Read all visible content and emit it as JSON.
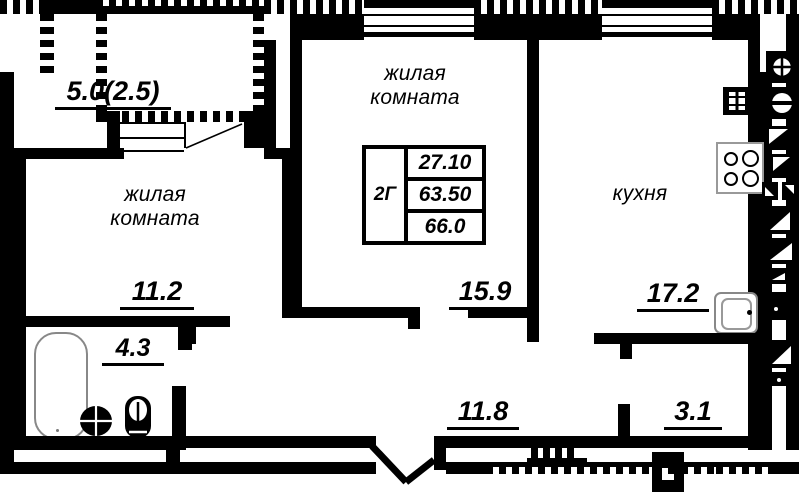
{
  "plan": {
    "type": "apartment-floor-plan",
    "unit_code": "2Г",
    "areas_table": {
      "label": "2Г",
      "rows": [
        "27.10",
        "63.50",
        "66.0"
      ]
    },
    "rooms": [
      {
        "name": "balcony",
        "label": "",
        "area": "5.0(2.5)"
      },
      {
        "name": "living-room-left",
        "label_line1": "жилая",
        "label_line2": "комната",
        "area": "11.2"
      },
      {
        "name": "living-room-center",
        "label_line1": "жилая",
        "label_line2": "комната",
        "area": "15.9"
      },
      {
        "name": "kitchen",
        "label_line1": "кухня",
        "label_line2": "",
        "area": "17.2"
      },
      {
        "name": "bathroom",
        "label_line1": "",
        "label_line2": "",
        "area": "4.3"
      },
      {
        "name": "hallway",
        "label_line1": "",
        "label_line2": "",
        "area": "11.8"
      },
      {
        "name": "storage",
        "label_line1": "",
        "label_line2": "",
        "area": "3.1"
      }
    ],
    "labels": {
      "zhilaya": "жилая",
      "komnata": "комната",
      "kuhnya": "кухня",
      "balcony_area": "5.0(2.5)",
      "area_11_2": "11.2",
      "area_4_3": "4.3",
      "area_15_9": "15.9",
      "area_17_2": "17.2",
      "area_11_8": "11.8",
      "area_3_1": "3.1",
      "spec_code": "2Г",
      "spec_v1": "27.10",
      "spec_v2": "63.50",
      "spec_v3": "66.0"
    },
    "colors": {
      "wall": "#000000",
      "background": "#ffffff",
      "fixture_outline": "#888888"
    }
  }
}
